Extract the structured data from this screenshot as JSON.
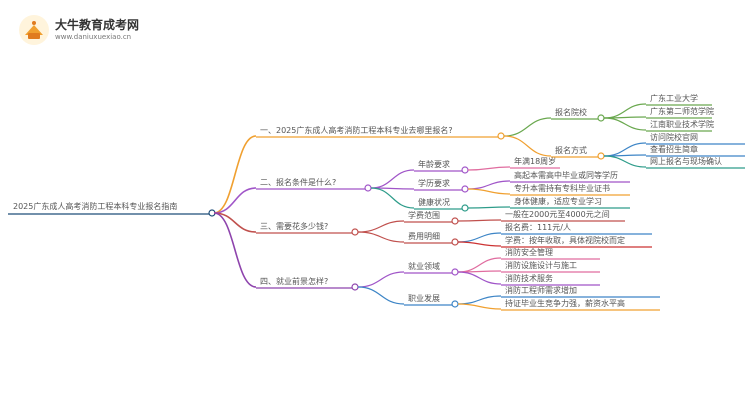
{
  "site": {
    "title": "大牛教育成考网",
    "url": "www.daniuxuexiao.cn"
  },
  "colors": {
    "root": "#1f4e79",
    "q1": "#f0a030",
    "q2": "#a055c8",
    "q3": "#c0504d",
    "q4": "#8e44ad",
    "green": "#6aa84f",
    "blue": "#3d85c6",
    "teal": "#2e9c8a",
    "pink": "#e06c9f",
    "red": "#cc3333"
  },
  "root": "2025广东成人高考消防工程本科专业报名指南",
  "branches": [
    {
      "label": "一、2025广东成人高考消防工程本科专业去哪里报名?",
      "children": [
        {
          "label": "报名院校",
          "children": [
            "广东工业大学",
            "广东第二师范学院",
            "江南职业技术学院"
          ]
        },
        {
          "label": "报名方式",
          "children": [
            "访问院校官网",
            "查看招生简章",
            "网上报名与现场确认"
          ]
        }
      ]
    },
    {
      "label": "二、报名条件是什么?",
      "children": [
        {
          "label": "年龄要求",
          "children": [
            "年满18周岁"
          ]
        },
        {
          "label": "学历要求",
          "children": [
            "高起本需高中毕业或同等学历",
            "专升本需持有专科毕业证书"
          ]
        },
        {
          "label": "健康状况",
          "children": [
            "身体健康，适应专业学习"
          ]
        }
      ]
    },
    {
      "label": "三、需要花多少钱?",
      "children": [
        {
          "label": "学费范围",
          "children": [
            "一般在2000元至4000元之间"
          ]
        },
        {
          "label": "费用明细",
          "children": [
            "报名费：111元/人",
            "学费：按年收取，具体视院校而定"
          ]
        }
      ]
    },
    {
      "label": "四、就业前景怎样?",
      "children": [
        {
          "label": "就业领域",
          "children": [
            "消防安全管理",
            "消防设施设计与施工",
            "消防技术服务"
          ]
        },
        {
          "label": "职业发展",
          "children": [
            "消防工程师需求增加",
            "持证毕业生竞争力强，薪资水平高"
          ]
        }
      ]
    }
  ]
}
